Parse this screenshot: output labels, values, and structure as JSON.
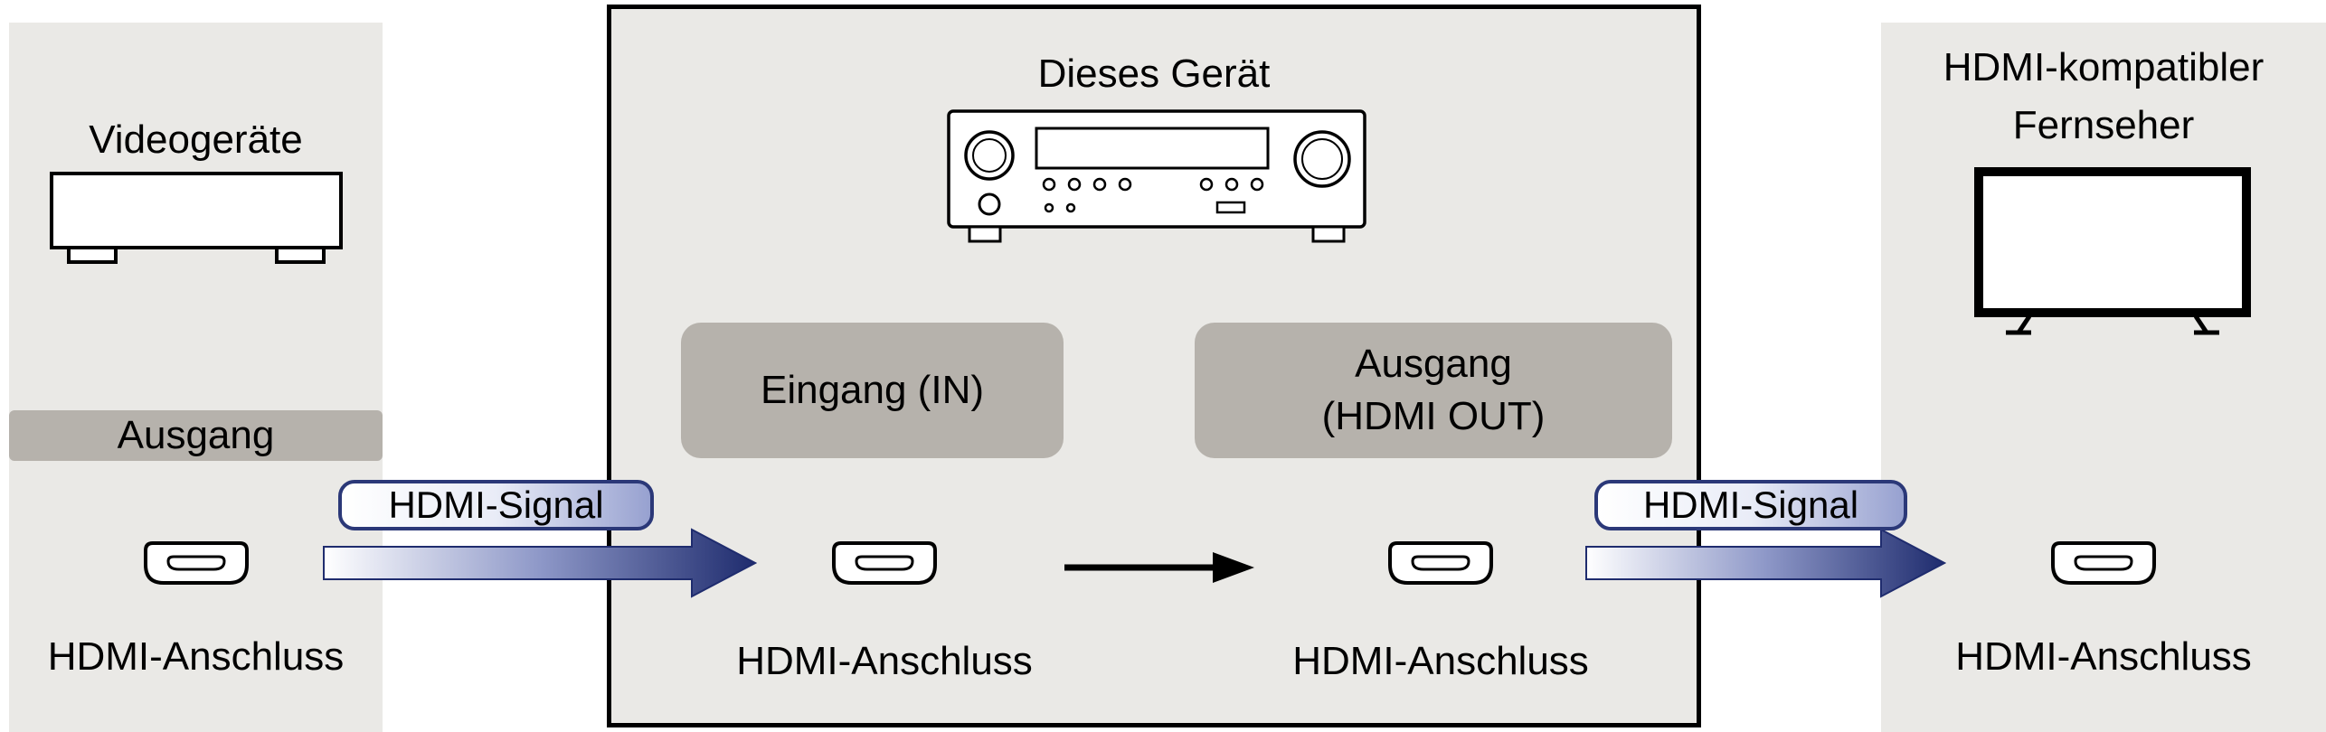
{
  "diagram": {
    "source": {
      "title": "Videogeräte",
      "output_badge": "Ausgang",
      "connector": "HDMI-Anschluss"
    },
    "device": {
      "title": "Dieses Gerät",
      "input_badge": "Eingang (IN)",
      "output_badge": [
        "Ausgang",
        "(HDMI OUT)"
      ],
      "connector_in": "HDMI-Anschluss",
      "connector_out": "HDMI-Anschluss"
    },
    "tv": {
      "title": [
        "HDMI-kompatibler",
        "Fernseher"
      ],
      "connector": "HDMI-Anschluss"
    },
    "signals": {
      "left": "HDMI-Signal",
      "right": "HDMI-Signal"
    },
    "icons": {
      "video_device": "video-device-icon",
      "av_receiver": "av-receiver-icon",
      "tv": "tv-icon",
      "hdmi_port": "hdmi-port-icon",
      "signal_arrow": "gradient-arrow-right-icon",
      "flow_arrow": "black-arrow-right-icon"
    },
    "colors": {
      "panel_bg": "#eae9e6",
      "badge_gray": "#b6b2ac",
      "navy": "#2b3878",
      "arrow_gradient_start": "#ffffff",
      "arrow_gradient_end": "#1f2c6e",
      "outline": "#000000"
    }
  }
}
